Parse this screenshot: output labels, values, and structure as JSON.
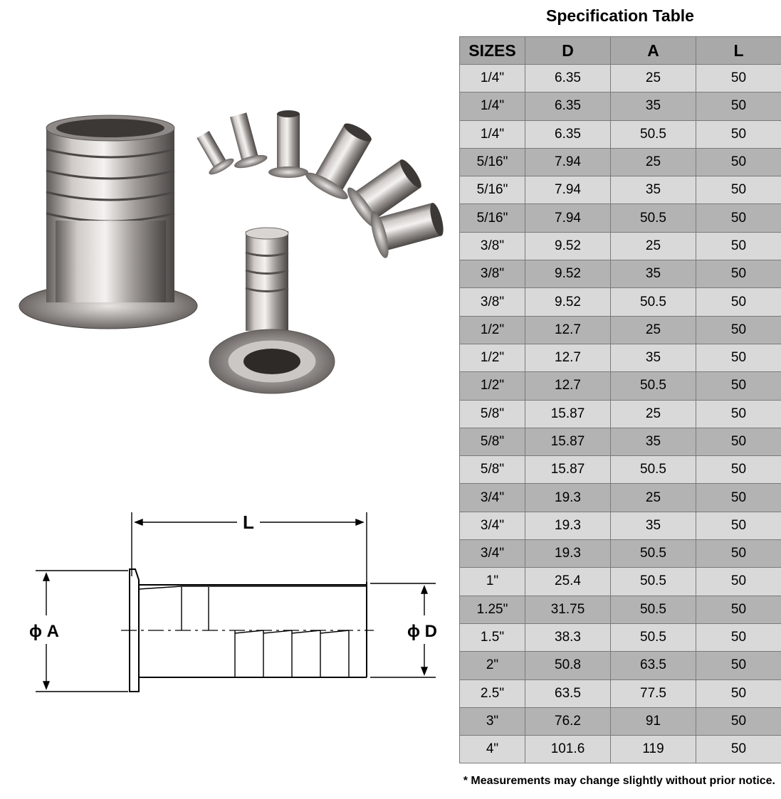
{
  "table": {
    "title": "Specification Table",
    "headers": [
      "SIZES",
      "D",
      "A",
      "L"
    ],
    "rows": [
      [
        "1/4\"",
        "6.35",
        "25",
        "50"
      ],
      [
        "1/4\"",
        "6.35",
        "35",
        "50"
      ],
      [
        "1/4\"",
        "6.35",
        "50.5",
        "50"
      ],
      [
        "5/16\"",
        "7.94",
        "25",
        "50"
      ],
      [
        "5/16\"",
        "7.94",
        "35",
        "50"
      ],
      [
        "5/16\"",
        "7.94",
        "50.5",
        "50"
      ],
      [
        "3/8\"",
        "9.52",
        "25",
        "50"
      ],
      [
        "3/8\"",
        "9.52",
        "35",
        "50"
      ],
      [
        "3/8\"",
        "9.52",
        "50.5",
        "50"
      ],
      [
        "1/2\"",
        "12.7",
        "25",
        "50"
      ],
      [
        "1/2\"",
        "12.7",
        "35",
        "50"
      ],
      [
        "1/2\"",
        "12.7",
        "50.5",
        "50"
      ],
      [
        "5/8\"",
        "15.87",
        "25",
        "50"
      ],
      [
        "5/8\"",
        "15.87",
        "35",
        "50"
      ],
      [
        "5/8\"",
        "15.87",
        "50.5",
        "50"
      ],
      [
        "3/4\"",
        "19.3",
        "25",
        "50"
      ],
      [
        "3/4\"",
        "19.3",
        "35",
        "50"
      ],
      [
        "3/4\"",
        "19.3",
        "50.5",
        "50"
      ],
      [
        "1\"",
        "25.4",
        "50.5",
        "50"
      ],
      [
        "1.25\"",
        "31.75",
        "50.5",
        "50"
      ],
      [
        "1.5\"",
        "38.3",
        "50.5",
        "50"
      ],
      [
        "2\"",
        "50.8",
        "63.5",
        "50"
      ],
      [
        "2.5\"",
        "63.5",
        "77.5",
        "50"
      ],
      [
        "3\"",
        "76.2",
        "91",
        "50"
      ],
      [
        "4\"",
        "101.6",
        "119",
        "50"
      ]
    ]
  },
  "footnote": "* Measurements may change slightly without prior notice.",
  "drawing": {
    "length_label": "L",
    "diameter_a_label": "ϕ A",
    "diameter_d_label": "ϕ D"
  },
  "colors": {
    "header_bg": "#a9a9a9",
    "row_light": "#d9d9d9",
    "row_dark": "#b3b3b3",
    "border": "#7a7a7a"
  }
}
